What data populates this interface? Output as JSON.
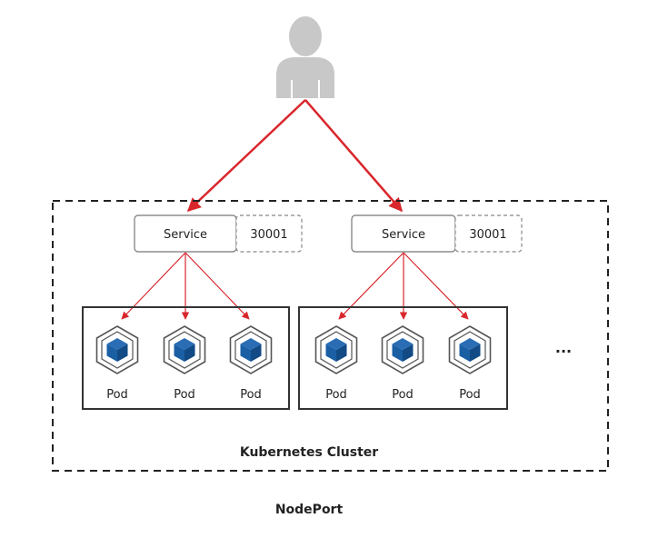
{
  "diagram": {
    "cluster_label": "Kubernetes Cluster",
    "caption": "NodePort",
    "ellipsis": "...",
    "nodes": [
      {
        "service_label": "Service",
        "port": "30001",
        "pods": [
          "Pod",
          "Pod",
          "Pod"
        ]
      },
      {
        "service_label": "Service",
        "port": "30001",
        "pods": [
          "Pod",
          "Pod",
          "Pod"
        ]
      }
    ]
  },
  "colors": {
    "arrow": "#d9262c",
    "cube": "#1a5fa4",
    "user": "#c8c8c8",
    "border": "#333333"
  }
}
